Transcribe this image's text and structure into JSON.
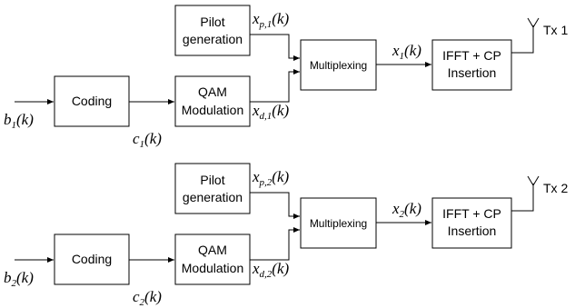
{
  "blocks": {
    "pilot": [
      "Pilot",
      "generation"
    ],
    "coding": "Coding",
    "qam": [
      "QAM",
      "Modulation"
    ],
    "multiplexing": "Multiplexing",
    "ifft": [
      "IFFT + CP",
      "Insertion"
    ]
  },
  "chains": [
    {
      "tx_label": "Tx 1",
      "signals": {
        "input": {
          "base": "b",
          "sub": "1",
          "arg": "(k)"
        },
        "coded": {
          "base": "c",
          "sub": "1",
          "arg": "(k)"
        },
        "data": {
          "base": "x",
          "sub": "d,1",
          "arg": "(k)"
        },
        "pilot": {
          "base": "x",
          "sub": "p,1",
          "arg": "(k)"
        },
        "mux": {
          "base": "x",
          "sub": "1",
          "arg": "(k)"
        }
      }
    },
    {
      "tx_label": "Tx 2",
      "signals": {
        "input": {
          "base": "b",
          "sub": "2",
          "arg": "(k)"
        },
        "coded": {
          "base": "c",
          "sub": "2",
          "arg": "(k)"
        },
        "data": {
          "base": "x",
          "sub": "d,2",
          "arg": "(k)"
        },
        "pilot": {
          "base": "x",
          "sub": "p,2",
          "arg": "(k)"
        },
        "mux": {
          "base": "x",
          "sub": "2",
          "arg": "(k)"
        }
      }
    }
  ]
}
